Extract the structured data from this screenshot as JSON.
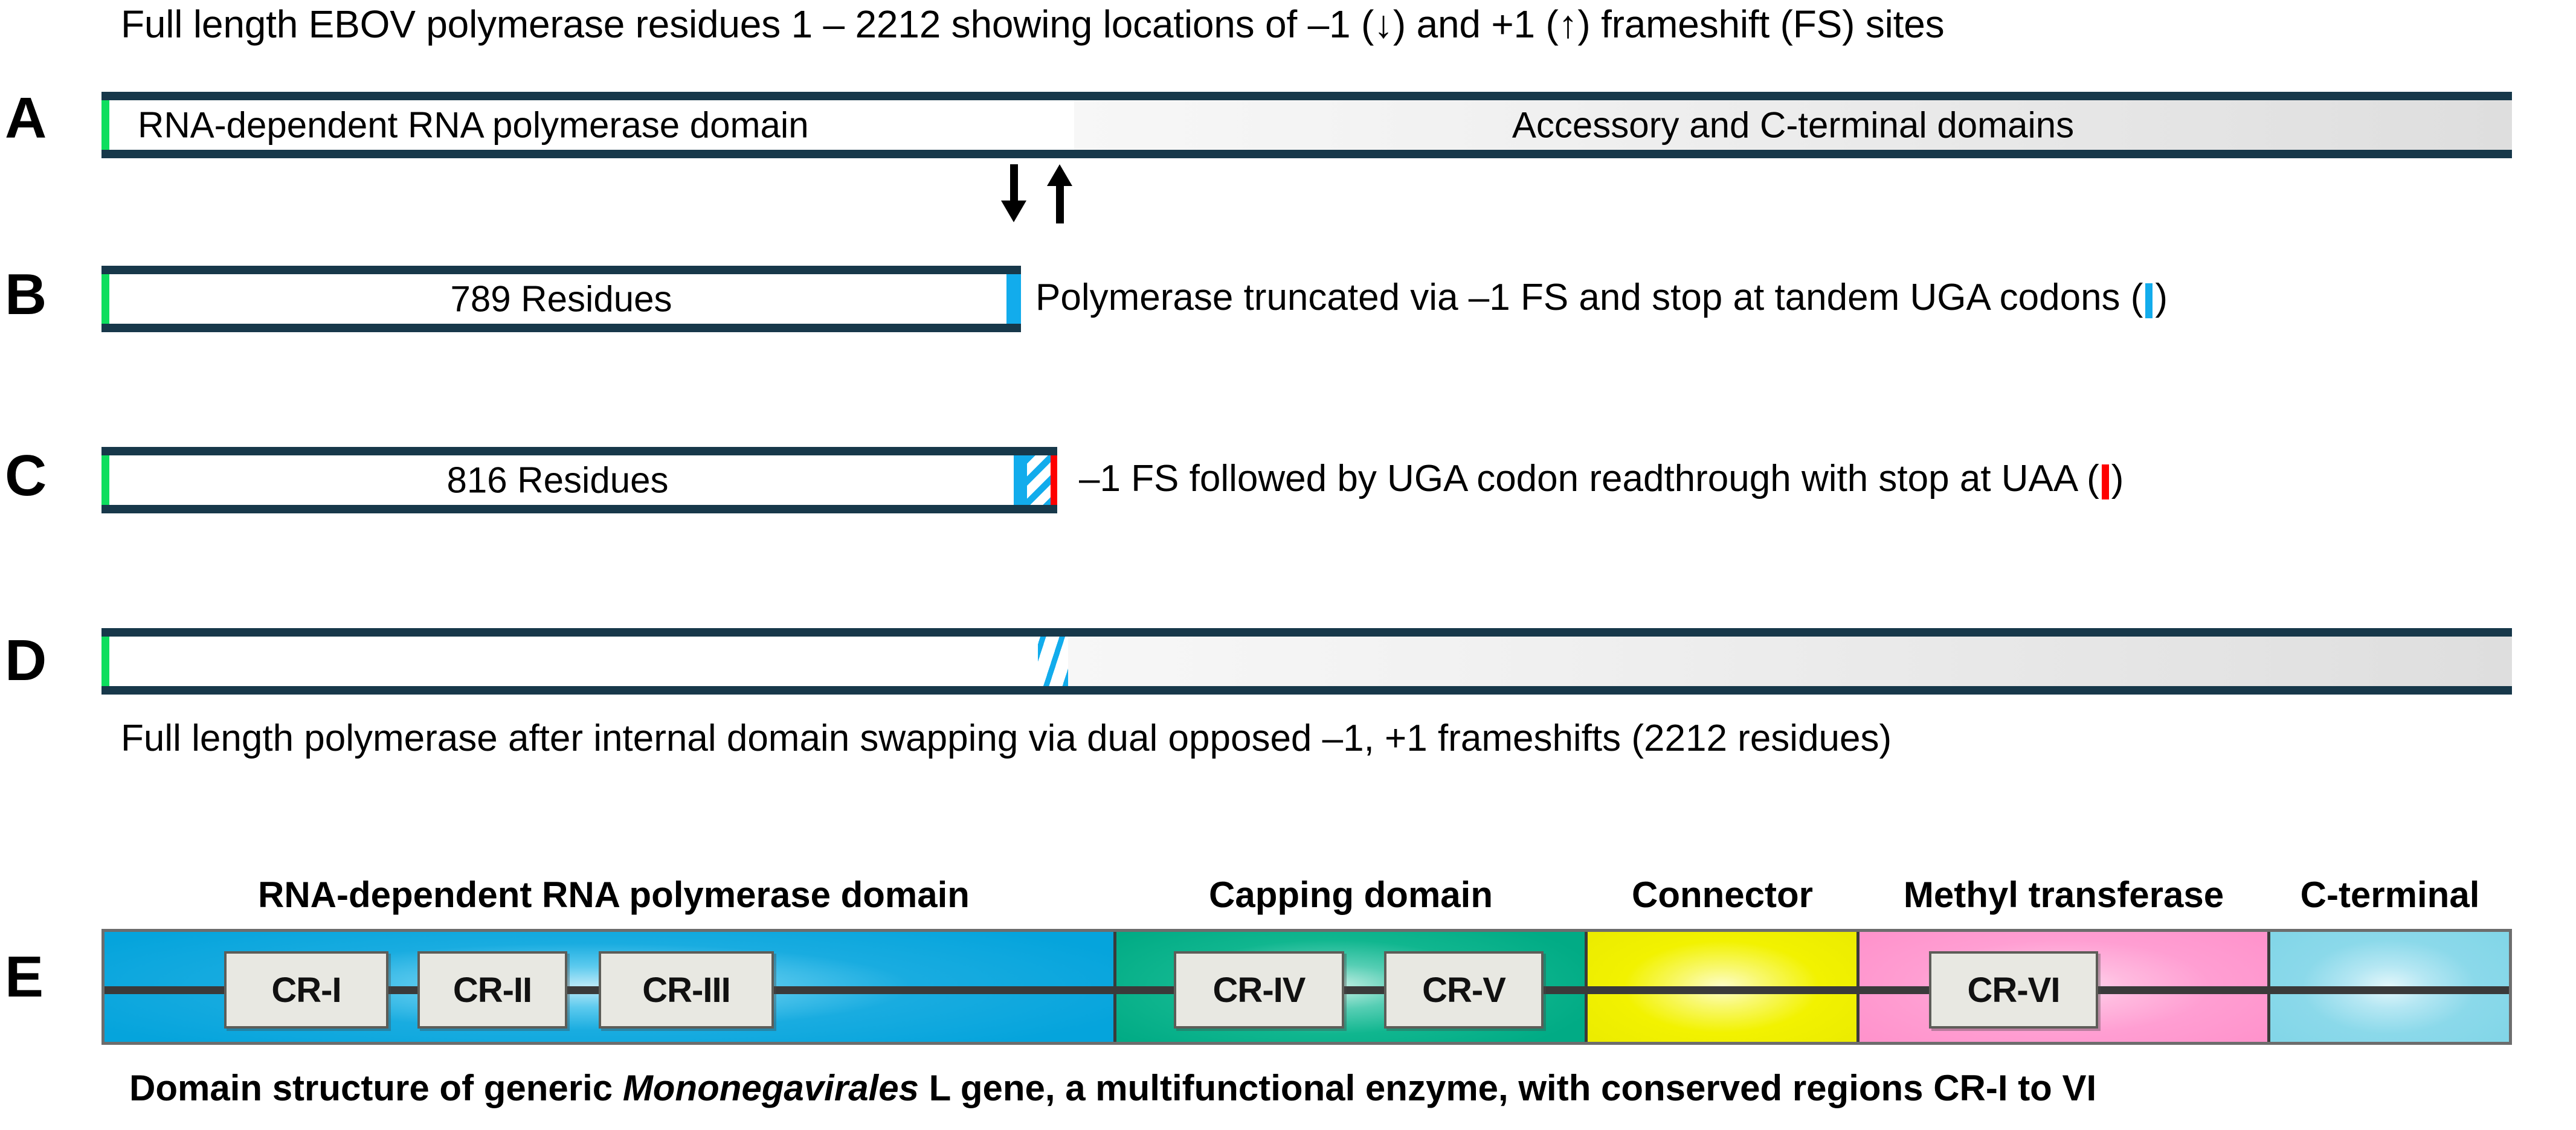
{
  "figure": {
    "panel_a": {
      "letter": "A",
      "title": "Full length EBOV polymerase residues 1 – 2212 showing locations of –1 (↓) and +1 (↑) frameshift (FS) sites",
      "segment_left_label": "RNA-dependent RNA polymerase domain",
      "segment_right_label": "Accessory and C-terminal domains",
      "arrow_down_name": "minus-one-frameshift-arrow",
      "arrow_up_name": "plus-one-frameshift-arrow"
    },
    "panel_b": {
      "letter": "B",
      "bar_label": "789 Residues",
      "caption_prefix": "Polymerase truncated via –1 FS and stop at tandem UGA codons (",
      "caption_suffix": ")"
    },
    "panel_c": {
      "letter": "C",
      "bar_label": "816 Residues",
      "caption_prefix": "–1 FS followed by UGA codon readthrough with stop at UAA (",
      "caption_suffix": ")"
    },
    "panel_d": {
      "letter": "D",
      "caption": "Full length polymerase after internal domain swapping via dual opposed –1, +1 frameshifts (2212 residues)"
    },
    "panel_e": {
      "letter": "E",
      "domain_titles": [
        "RNA-dependent RNA polymerase domain",
        "Capping domain",
        "Connector",
        "Methyl transferase",
        "C-terminal"
      ],
      "conserved_regions": [
        "CR-I",
        "CR-II",
        "CR-III",
        "CR-IV",
        "CR-V",
        "CR-VI"
      ],
      "caption_part1": "Domain structure of generic ",
      "caption_italic": "Mononegavirales",
      "caption_part2": " L gene, a multifunctional enzyme, with conserved regions CR-I to VI"
    }
  },
  "colors": {
    "bar_border": "#17384a",
    "start_green": "#0ede5e",
    "frameshift_cyan": "#12acec",
    "stop_red": "#fe0000",
    "rdrp_blue": "#0aaade",
    "capping_green": "#02ab86",
    "connector_yellow": "#f2f200",
    "mtase_pink": "#ff9ed2",
    "cterminal_lightblue": "#8bd9ea",
    "cr_box_fill": "#e8e8e2"
  }
}
